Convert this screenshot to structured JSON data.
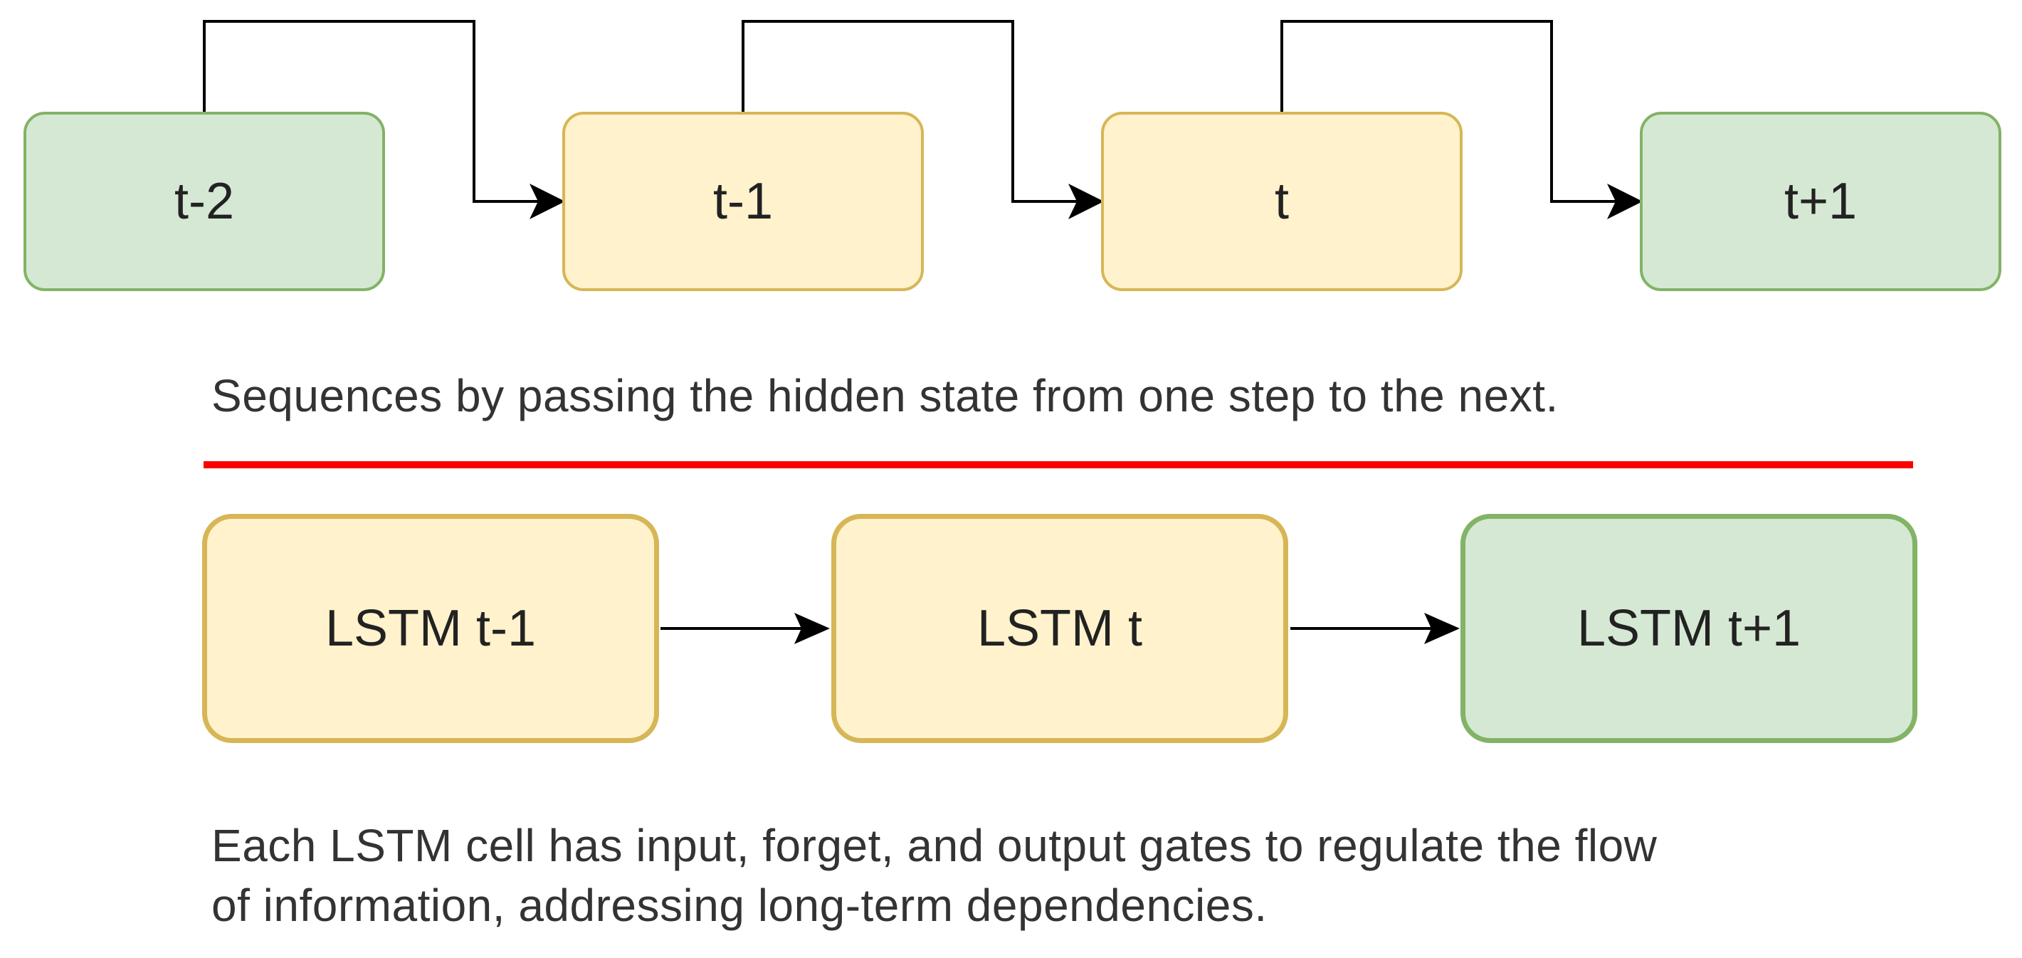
{
  "sequence": {
    "steps": [
      {
        "label": "t-2"
      },
      {
        "label": "t-1"
      },
      {
        "label": "t"
      },
      {
        "label": "t+1"
      }
    ],
    "caption": "Sequences by passing the hidden state from one step to the next."
  },
  "lstm": {
    "cells": [
      {
        "label": "LSTM t-1"
      },
      {
        "label": "LSTM t"
      },
      {
        "label": "LSTM t+1"
      }
    ],
    "caption_line1": "Each LSTM cell has input, forget, and output gates to regulate the flow",
    "caption_line2": "of information, addressing long-term dependencies."
  },
  "colors": {
    "green_fill": "#d5e8d4",
    "green_stroke": "#82b366",
    "yellow_fill": "#fff2cc",
    "yellow_stroke": "#d6b656",
    "divider": "#ff0000",
    "connector": "#000000"
  }
}
